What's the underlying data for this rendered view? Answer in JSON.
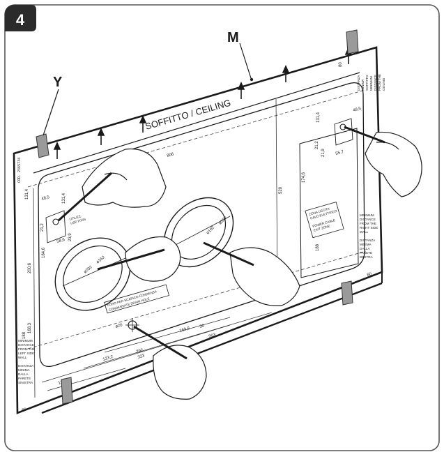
{
  "step": {
    "number": "4"
  },
  "callouts": {
    "m": "M",
    "y": "Y"
  },
  "ceiling_label": "SOFFITTO / CEILING",
  "template": {
    "code": "COD. 2365734",
    "dimensions": {
      "width_806": "806",
      "height_520": "520",
      "h_174_6": "174,6",
      "left_48_5": "48,5",
      "left_131_4": "131,4",
      "left_131_4b": "131,4",
      "right_48_5": "48,5",
      "right_131_4": "131,4",
      "right_80": "80",
      "right_21_2": "21,2",
      "right_21_9": "21,9",
      "right_55_7": "55,7",
      "right_188": "188",
      "right_60": "60",
      "left_21_2": "21,2",
      "left_58_6": "58,6",
      "left_23_9": "23,9",
      "left_200_6": "200,6",
      "left_184_6": "184,6",
      "left_188": "188",
      "left_168_3": "168,3",
      "left_60": "60",
      "bottom_139_8": "139,8",
      "bottom_123_2": "123,2",
      "bottom_169_8": "169,8",
      "bottom_30": "30",
      "bottom_903": "903",
      "bottom_292": "292",
      "bottom_323": "323",
      "circle_left_162": "ø162",
      "circle_left_202": "ø202",
      "circle_right_162": "ø162",
      "circle_right_202": "ø202",
      "drain_20": "ø20"
    },
    "notes": {
      "left_utility": [
        "UTILIZZ.",
        "USE FIXIN"
      ],
      "drain": [
        "FORO PER SCARICO CONDENSA",
        "CONDENSATE DRAIN HOLE"
      ],
      "power": [
        "ZONA USCITA",
        "CAVO ELETTRICO",
        "",
        "POWER CABLE",
        "EXIT ZONE"
      ],
      "right_top": [
        "DISTANZA",
        "MINIMA",
        "SOFFITTO",
        "MINIMUM",
        "DISTANCE",
        "FROM THE",
        "CEILING"
      ],
      "right_side": [
        "MINIMUM",
        "DISTANCE",
        "FROM THE",
        "RIGHT SIDE",
        "WALL",
        "",
        "DISTANZA",
        "MINIMA",
        "DALLA",
        "PARETE",
        "DESTRA"
      ],
      "left_side": [
        "MINIMUM",
        "DISTANCE",
        "FROM THE",
        "LEFT SIDE",
        "WALL",
        "",
        "DISTANZA",
        "MINIMA",
        "DALLA",
        "PARETE",
        "SINISTRA"
      ]
    }
  },
  "colors": {
    "ink": "#1a1a1a",
    "tape": "#9a9a9a",
    "badge": "#2b2b2b",
    "frame": "#555555"
  }
}
